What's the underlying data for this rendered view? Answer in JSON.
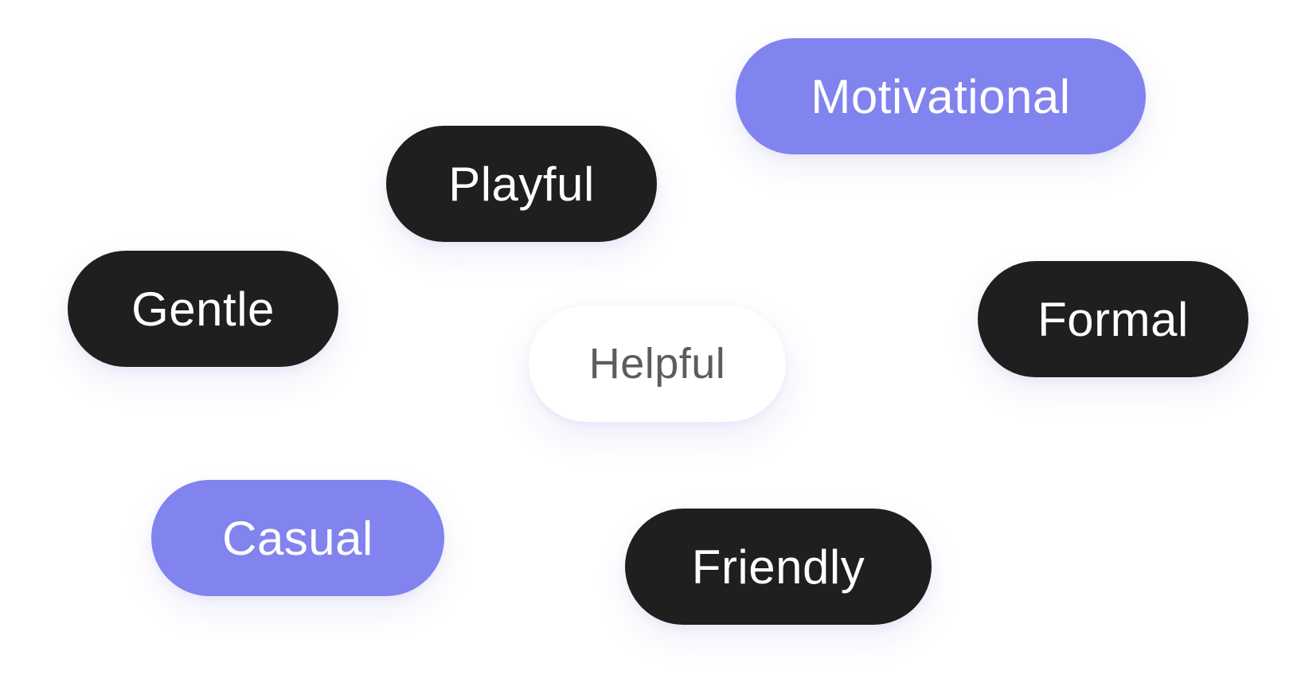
{
  "tone_options": [
    {
      "id": "motivational",
      "label": "Motivational",
      "style": "accent"
    },
    {
      "id": "playful",
      "label": "Playful",
      "style": "dark"
    },
    {
      "id": "gentle",
      "label": "Gentle",
      "style": "dark"
    },
    {
      "id": "formal",
      "label": "Formal",
      "style": "dark"
    },
    {
      "id": "helpful",
      "label": "Helpful",
      "style": "light"
    },
    {
      "id": "casual",
      "label": "Casual",
      "style": "accent"
    },
    {
      "id": "friendly",
      "label": "Friendly",
      "style": "dark"
    }
  ],
  "colors": {
    "dark_chip": "#1f1f1f",
    "accent_chip": "#8183ef",
    "light_chip": "#ffffff",
    "light_chip_text": "#5c5c5c",
    "background": "#ffffff"
  }
}
